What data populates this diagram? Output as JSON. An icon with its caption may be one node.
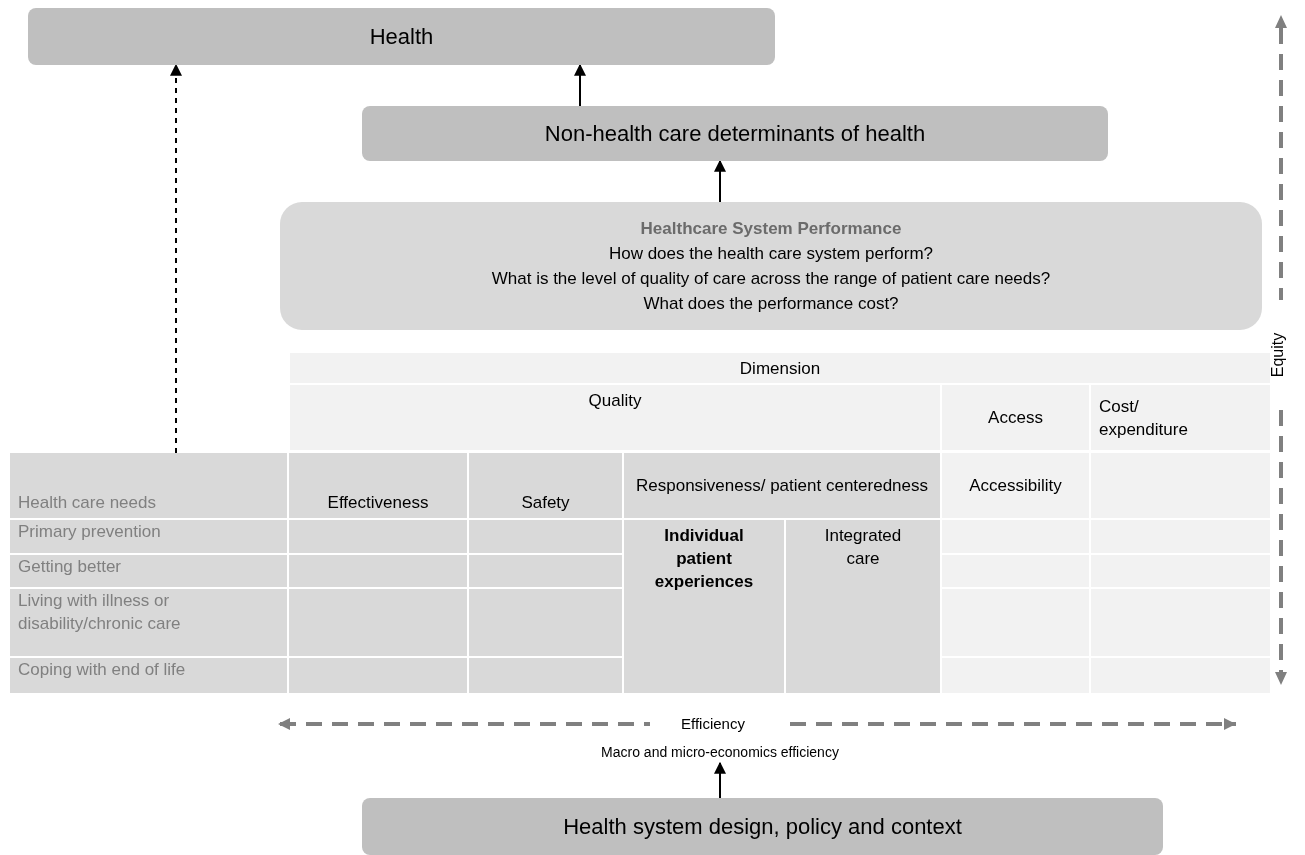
{
  "diagram": {
    "nodes": [
      {
        "text": [
          "Health"
        ]
      },
      {
        "text": [
          "Non-health care determinants of health"
        ]
      },
      {
        "text": [
          "Healthcare System Performance",
          "How does the health care system perform?",
          "What is the level of quality of care across the range of patient care needs?",
          "What does the performance cost?"
        ]
      },
      {
        "text": [],
        "shape": "box"
      },
      {
        "text": [
          "Macro and micro-economics efficiency"
        ]
      },
      {
        "text": [
          "Health system design, policy and context"
        ]
      }
    ],
    "edges": [
      {
        "from": 1,
        "to": 0,
        "arrow": "to"
      },
      {
        "from": 2,
        "to": 1,
        "arrow": "to"
      },
      {
        "from": 3,
        "to": 0,
        "arrow": "to",
        "style": "dashed"
      },
      {
        "from": 5,
        "to": 4,
        "arrow": "to"
      }
    ],
    "labels": [
      "Dimension",
      "Quality",
      "Access",
      "Cost/ expenditure",
      "Health care needs",
      "Effectiveness",
      "Safety",
      "Responsiveness/ patient centeredness",
      "Accessibility",
      "Primary prevention",
      "Individual patient experiences",
      "Integrated care",
      "Getting better",
      "Living with illness or disability/chronic care",
      "Coping with end of life",
      "Efficiency",
      "Equity"
    ]
  }
}
